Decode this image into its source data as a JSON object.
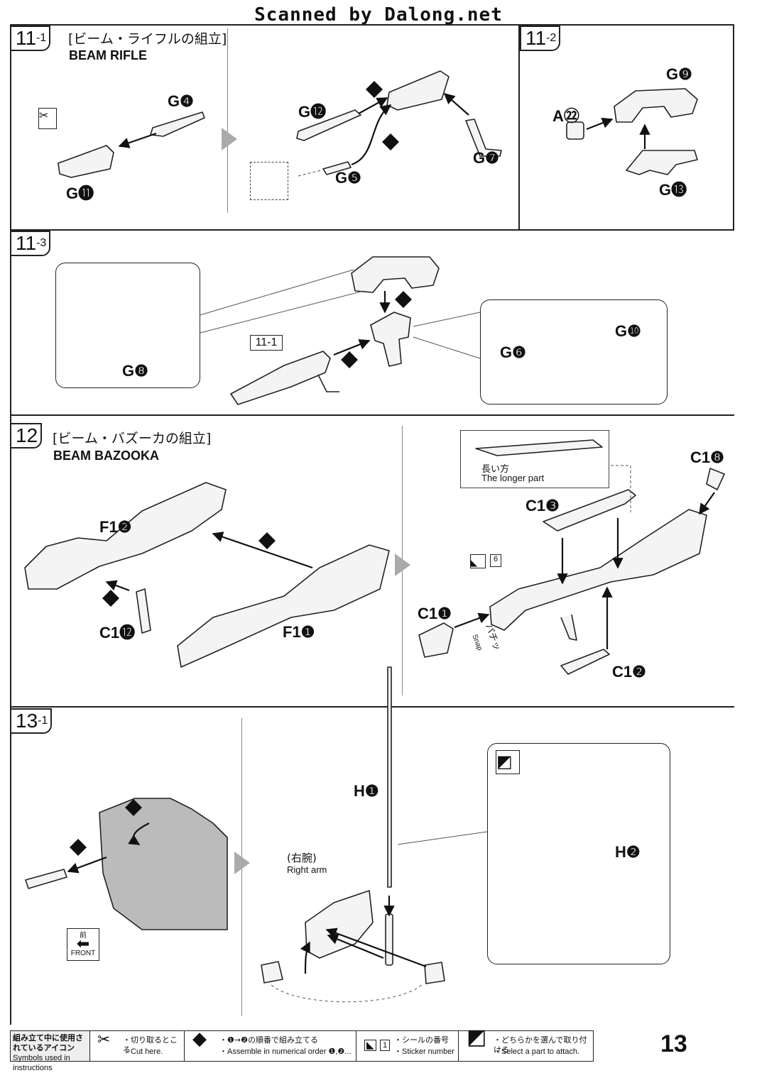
{
  "watermark": "Scanned by Dalong.net",
  "steps": {
    "s11_1": {
      "num": "11",
      "sub": "-1",
      "title_jp": "[ビーム・ライフルの組立]",
      "title_en": "BEAM RIFLE",
      "parts": {
        "g4": "G❹",
        "g11": "G⓫",
        "g12": "G⓬",
        "g5": "G❺",
        "g7": "G❼"
      }
    },
    "s11_2": {
      "num": "11",
      "sub": "-2",
      "parts": {
        "g9": "G❾",
        "a22": "A㉒",
        "g13": "G⓭"
      }
    },
    "s11_3": {
      "num": "11",
      "sub": "-3",
      "ref": "11-1",
      "parts": {
        "g8": "G❽",
        "g6": "G❻",
        "g10": "G❿"
      }
    },
    "s12": {
      "num": "12",
      "title_jp": "[ビーム・バズーカの組立]",
      "title_en": "BEAM BAZOOKA",
      "parts": {
        "f12": "F1❷",
        "f11": "F1❶",
        "c112": "C1⓬",
        "c18": "C1❽",
        "c13": "C1❸",
        "c11": "C1❶",
        "c12": "C1❷"
      },
      "longer_jp": "長い方",
      "longer_en": "The longer part",
      "sticker_num": "6",
      "snap_jp": "パチッ",
      "snap_en": "Snap"
    },
    "s13_1": {
      "num": "13",
      "sub": "-1",
      "parts": {
        "h1": "H❶",
        "h2": "H❷"
      },
      "right_arm_jp": "(右腕)",
      "right_arm_en": "Right arm",
      "front_jp": "前",
      "front_en": "FRONT"
    }
  },
  "steps_order": {
    "one": "❶",
    "two": "❷"
  },
  "footer": {
    "heading_jp": "組み立て中に使用されているアイコン",
    "heading_en": "Symbols used in instructions",
    "cut_jp": "・切り取るところ",
    "cut_en": "・Cut here.",
    "order_jp": "・❶→❷の順番で組み立てる",
    "order_en": "・Assemble in numerical order ❶,❷...",
    "sticker_jp": "・シールの番号",
    "sticker_en": "・Sticker number",
    "sticker_box": "1",
    "select_jp": "・どちらかを選んで取り付ける",
    "select_en": "・Select a part to attach."
  },
  "page_number": "13"
}
